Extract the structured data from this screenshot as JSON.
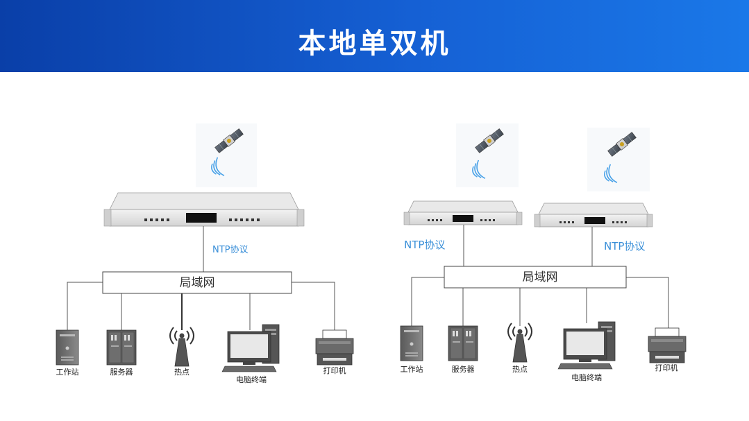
{
  "title": "本地单双机",
  "left": {
    "protocol_label": "NTP协议",
    "lan_label": "局域网",
    "devices": [
      "工作站",
      "服务器",
      "热点",
      "电脑终端",
      "打印机"
    ]
  },
  "right": {
    "protocol_label_a": "NTP协议",
    "protocol_label_b": "NTP协议",
    "lan_label": "局域网",
    "devices": [
      "工作站",
      "服务器",
      "热点",
      "电脑终端",
      "打印机"
    ]
  }
}
